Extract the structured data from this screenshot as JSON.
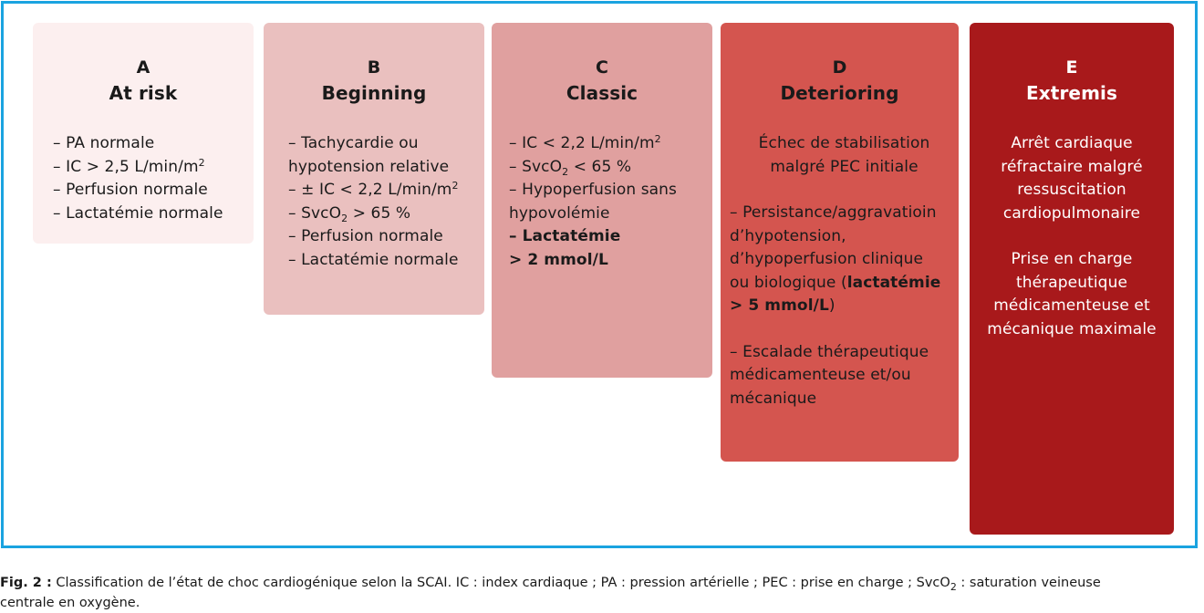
{
  "cards": {
    "a": {
      "letter": "A",
      "name": "At risk",
      "l1": "– PA normale",
      "l2_pre": "– IC > 2,5 L/min/m",
      "l2_sup": "2",
      "l3": "– Perfusion normale",
      "l4": "– Lactatémie normale",
      "color": "#fcefef"
    },
    "b": {
      "letter": "B",
      "name": "Beginning",
      "l1": "– Tachycardie ou",
      "l2": "hypotension relative",
      "l3_pre": "– ± IC < 2,2 L/min/m",
      "l3_sup": "2",
      "l4_pre": "– SvcO",
      "l4_sub": "2",
      "l4_post": " > 65 %",
      "l5": "– Perfusion normale",
      "l6": "– Lactatémie normale",
      "color": "#eac0bf"
    },
    "c": {
      "letter": "C",
      "name": "Classic",
      "l1_pre": "– IC < 2,2 L/min/m",
      "l1_sup": "2",
      "l2_pre": "– SvcO",
      "l2_sub": "2",
      "l2_post": " < 65 %",
      "l3": "– Hypoperfusion sans",
      "l4": "hypovolémie",
      "l5": "– Lactatémie",
      "l6": "> 2 mmol/L",
      "color": "#e0a09f"
    },
    "d": {
      "letter": "D",
      "name": "Deterioring",
      "l1": "Échec de stabilisation",
      "l2": "malgré PEC initiale",
      "l3": "– Persistance/aggravatioin",
      "l4": "d’hypotension,",
      "l5": "d’hypoperfusion clinique",
      "l6_pre": "ou biologique (",
      "l6_bold": "lactatémie",
      "l7_bold": "> 5 mmol/L",
      "l7_post": ")",
      "l8": "– Escalade thérapeutique",
      "l9": "médicamenteuse et/ou",
      "l10": "mécanique",
      "color": "#d4554f"
    },
    "e": {
      "letter": "E",
      "name": "Extremis",
      "l1": "Arrêt cardiaque",
      "l2": "réfractaire malgré",
      "l3": "ressuscitation",
      "l4": "cardiopulmonaire",
      "l5": "Prise en charge",
      "l6": "thérapeutique",
      "l7": "médicamenteuse et",
      "l8": "mécanique maximale",
      "color": "#a8191b"
    }
  },
  "caption": {
    "label": "Fig. 2 :",
    "text1": " Classification de l’état de choc cardiogénique selon la SCAI. IC : index cardiaque ; PA : pression artérielle ; PEC : prise en charge ; SvcO",
    "sub": "2",
    "text2": " : saturation veineuse",
    "line2": "centrale en oxygène."
  },
  "colors": {
    "frame_border": "#1aa3e0"
  }
}
